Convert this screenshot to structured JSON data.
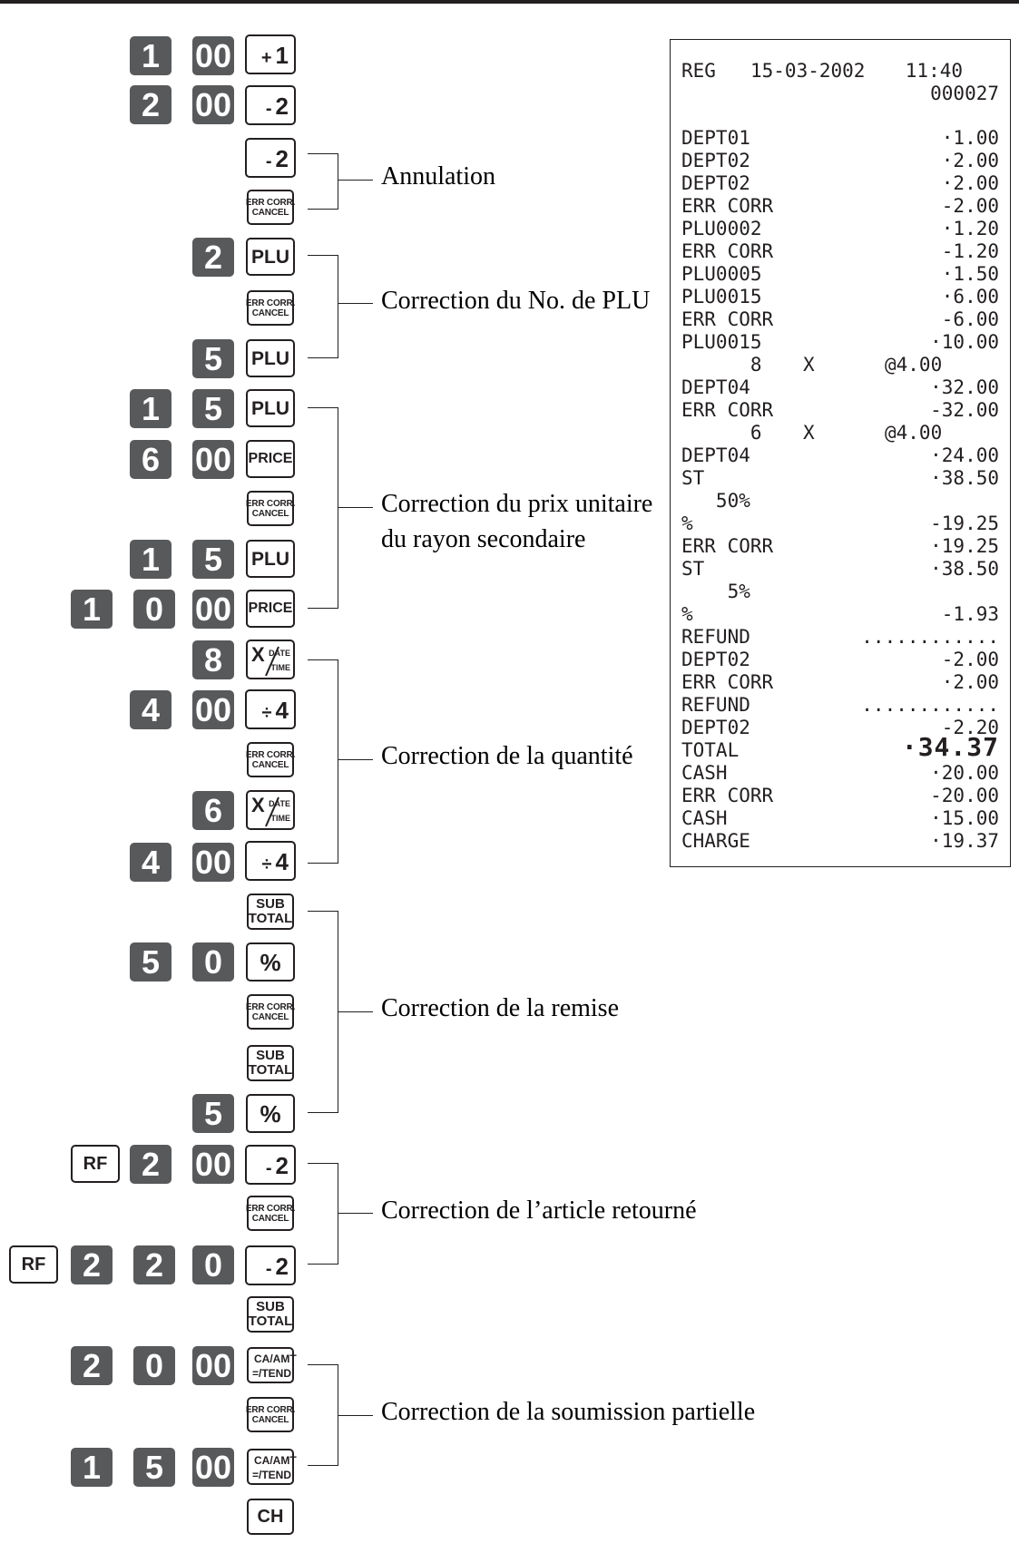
{
  "receipt": {
    "header": {
      "mode": "REG",
      "date": "15-03-2002",
      "time": "11:40",
      "number": "000027"
    },
    "lines": [
      {
        "label": "DEPT01",
        "value": "·1.00"
      },
      {
        "label": "DEPT02",
        "value": "·2.00"
      },
      {
        "label": "DEPT02",
        "value": "·2.00"
      },
      {
        "label": "ERR CORR",
        "value": "-2.00"
      },
      {
        "label": "PLU0002",
        "value": "·1.20"
      },
      {
        "label": "ERR CORR",
        "value": "-1.20"
      },
      {
        "label": "PLU0005",
        "value": "·1.50"
      },
      {
        "label": "PLU0015",
        "value": "·6.00"
      },
      {
        "label": "ERR CORR",
        "value": "-6.00"
      },
      {
        "label": "PLU0015",
        "value": "·10.00"
      },
      {
        "label": "      8",
        "mid": "X",
        "value": "@4.00"
      },
      {
        "label": "DEPT04",
        "value": "·32.00"
      },
      {
        "label": "ERR CORR",
        "value": "-32.00"
      },
      {
        "label": "      6",
        "mid": "X",
        "value": "@4.00"
      },
      {
        "label": "DEPT04",
        "value": "·24.00"
      },
      {
        "label": "ST",
        "value": "·38.50"
      },
      {
        "label": "   50%",
        "value": ""
      },
      {
        "label": "%",
        "value": "-19.25"
      },
      {
        "label": "ERR CORR",
        "value": "·19.25"
      },
      {
        "label": "ST",
        "value": "·38.50"
      },
      {
        "label": "    5%",
        "value": ""
      },
      {
        "label": "%",
        "value": "-1.93"
      },
      {
        "label": "REFUND",
        "value": "............"
      },
      {
        "label": "DEPT02",
        "value": "-2.00"
      },
      {
        "label": "ERR CORR",
        "value": "·2.00"
      },
      {
        "label": "REFUND",
        "value": "............"
      },
      {
        "label": "DEPT02",
        "value": "-2.20"
      },
      {
        "label": "TOTAL",
        "value": "·34.37",
        "emphasis": true
      },
      {
        "label": "CASH",
        "value": "·20.00"
      },
      {
        "label": "ERR CORR",
        "value": "-20.00"
      },
      {
        "label": "CASH",
        "value": "·15.00"
      },
      {
        "label": "CHARGE",
        "value": "·19.37"
      }
    ]
  },
  "keys": {
    "digits": [
      "1",
      "2",
      "5",
      "6",
      "8",
      "4",
      "0"
    ],
    "double_zero": "00",
    "plus_1": {
      "symbol": "+",
      "number": "1"
    },
    "minus_2": {
      "symbol": "-",
      "number": "2"
    },
    "div_4": {
      "symbol": "÷",
      "number": "4"
    },
    "err_corr": {
      "line1": "ERR CORR.",
      "line2": "CANCEL"
    },
    "plu": "PLU",
    "price": "PRICE",
    "mult": {
      "symbol": "X",
      "line1": "DATE",
      "line2": "TIME"
    },
    "subtotal": {
      "line1": "SUB",
      "line2": "TOTAL"
    },
    "percent": "%",
    "rf": "RF",
    "ca": {
      "line1": "CA/AMT",
      "line2": "=/TEND"
    },
    "ch": "CH"
  },
  "annotations": {
    "annulation": "Annulation",
    "plu_correction": "Correction du No. de PLU",
    "price_correction_1": "Correction du prix unitaire",
    "price_correction_2": "du rayon secondaire",
    "qty_correction": "Correction de la quantité",
    "discount_correction": "Correction de la remise",
    "refund_correction": "Correction de l’article retourné",
    "partial_tender_correction": "Correction de la soumission partielle"
  }
}
